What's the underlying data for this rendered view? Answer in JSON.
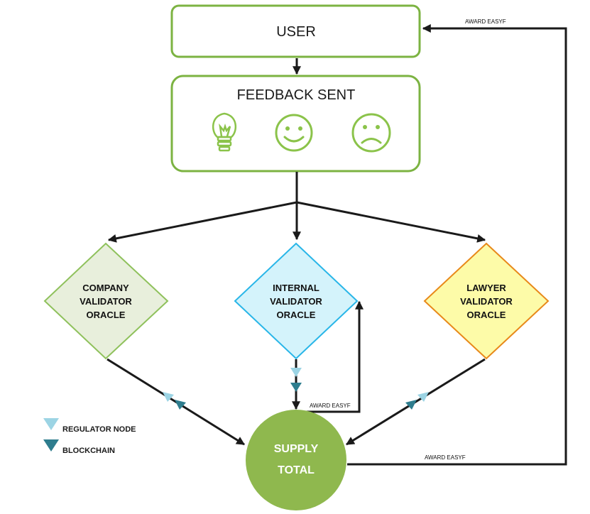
{
  "boxes": {
    "user": "USER",
    "feedback": "FEEDBACK SENT"
  },
  "oracles": {
    "company": [
      "COMPANY",
      "VALIDATOR",
      "ORACLE"
    ],
    "internal": [
      "INTERNAL",
      "VALIDATOR",
      "ORACLE"
    ],
    "lawyer": [
      "LAWYER",
      "VALIDATOR",
      "ORACLE"
    ]
  },
  "supply": [
    "SUPPLY",
    "TOTAL"
  ],
  "awards": {
    "top": "AWARD EASYF",
    "internal": "AWARD EASYF",
    "bottom": "AWARD EASYF"
  },
  "legend": {
    "regulator": "REGULATOR NODE",
    "blockchain": "BLOCKCHAIN"
  },
  "feedback_icons": [
    "lightbulb-icon",
    "smiley-icon",
    "sad-face-icon"
  ],
  "colors": {
    "green_border": "#7cb342",
    "icon_green": "#8bc34a",
    "company_fill": "#e8efdc",
    "company_border": "#8fc15c",
    "internal_fill": "#d4f3fb",
    "internal_border": "#29b6e8",
    "lawyer_fill": "#fdfba8",
    "lawyer_border": "#e8891a",
    "supply_fill": "#8fb84e",
    "regulator": "#9cd4e4",
    "blockchain": "#2e7d8e"
  }
}
